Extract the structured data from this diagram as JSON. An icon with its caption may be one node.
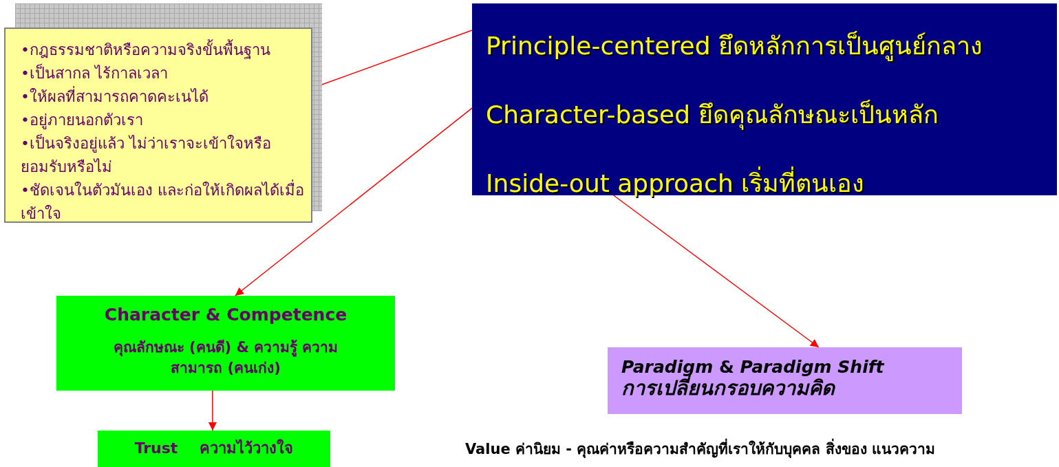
{
  "diagram": {
    "nodes": [
      {
        "text": [
          "•กฎธรรมชาติหรือความจริงขั้นพื้นฐาน",
          "•เป็นสากล ไร้กาลเวลา",
          "•ให้ผลที่สามารถคาดคะเนได้",
          "•อยู่ภายนอกตัวเรา",
          "•เป็นจริงอยู่แล้ว ไม่ว่าเราจะเข้าใจหรือยอมรับหรือไม่",
          "•ชัดเจนในตัวมันเอง และก่อให้เกิดผลได้เมื่อเข้าใจ"
        ]
      },
      {
        "text": [
          "Principle-centered ยึดหลักการเป็นศูนย์กลาง",
          "Character-based ยึดคุณลักษณะเป็นหลัก",
          "Inside-out approach เริ่มที่ตนเอง"
        ]
      },
      {
        "text": [
          "Character & Competence",
          "คุณลักษณะ (คนดี) & ความรู้ ความสามารถ (คนเก่ง)"
        ]
      },
      {
        "text": [
          "Trust",
          "ความไว้วางใจ"
        ]
      },
      {
        "text": [
          "*Paradigm* & *Paradigm Shift*",
          "*การเปลี่ยนกรอบความคิด*"
        ]
      }
    ],
    "edges": [
      {
        "from": 1,
        "to": 0,
        "arrow": "to",
        "color": "#ff0000"
      },
      {
        "from": 1,
        "to": 2,
        "arrow": "to",
        "color": "#ff0000"
      },
      {
        "from": 1,
        "to": 4,
        "arrow": "to",
        "color": "#ff0000"
      },
      {
        "from": 2,
        "to": 3,
        "arrow": "to",
        "color": "#ff0000"
      }
    ],
    "labels": [
      "Value ค่านิยม - คุณค่าหรือความสำคัญที่เราให้กับบุคคล สิ่งของ แนวความ"
    ]
  }
}
